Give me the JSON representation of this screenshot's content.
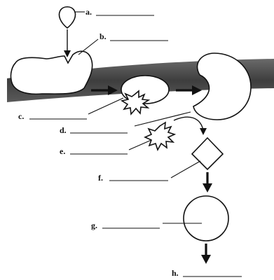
{
  "labels": {
    "a": "a.",
    "b": "b.",
    "c": "c.",
    "d": "d.",
    "e": "e.",
    "f": "f.",
    "g": "g.",
    "h": "h."
  },
  "colors": {
    "membrane": "#4a4a4a",
    "ink": "#111111",
    "background": "#ffffff"
  },
  "icons": [
    "ligand-shape",
    "receptor-shape",
    "starburst-shape",
    "diamond-shape",
    "circle-shape",
    "arrow-icon"
  ]
}
